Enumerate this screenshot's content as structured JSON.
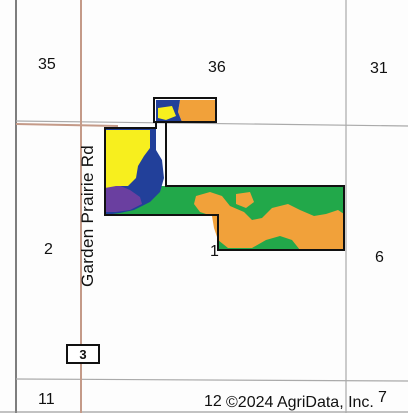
{
  "map": {
    "sections": {
      "s35": "35",
      "s36": "36",
      "s31": "31",
      "s2": "2",
      "s1": "1",
      "s6": "6",
      "s11": "11",
      "s12": "12",
      "s7": "7"
    },
    "road_label": "Garden Prairie Rd",
    "route_shield": "3",
    "copyright": "©2024 AgriData, Inc.",
    "colors": {
      "yellow": "#f7ef1e",
      "navy": "#22409a",
      "purple": "#6a3fa0",
      "green": "#22a84a",
      "orange": "#f1a13a",
      "road": "#c49a88",
      "grid": "#aaaaaa",
      "outline": "#111111"
    }
  }
}
